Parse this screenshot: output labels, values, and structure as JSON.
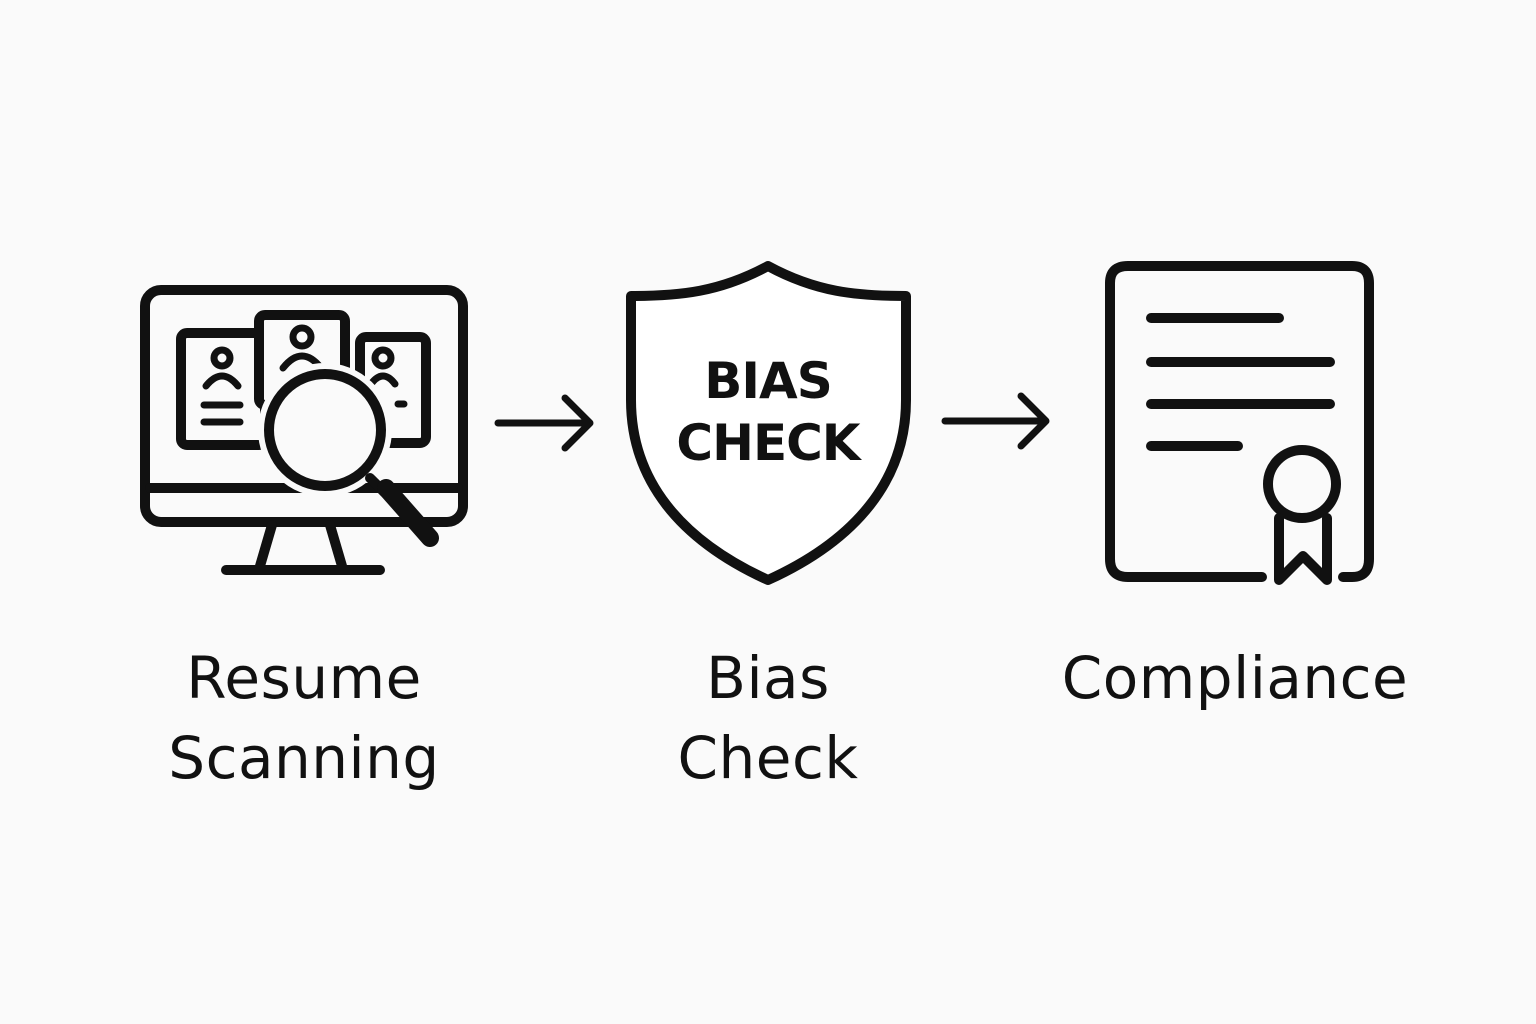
{
  "diagram": {
    "steps": [
      {
        "icon": "monitor-magnifier-icon",
        "label_lines": [
          "Resume",
          "Scanning"
        ]
      },
      {
        "icon": "shield-icon",
        "badge_lines": [
          "BIAS",
          "CHECK"
        ],
        "label_lines": [
          "Bias",
          "Check"
        ]
      },
      {
        "icon": "certificate-document-icon",
        "label_lines": [
          "Compliance"
        ]
      }
    ],
    "connectors": [
      "arrow-right-icon",
      "arrow-right-icon"
    ],
    "colors": {
      "stroke": "#111111",
      "background": "#fafafa",
      "fill": "#ffffff"
    }
  }
}
